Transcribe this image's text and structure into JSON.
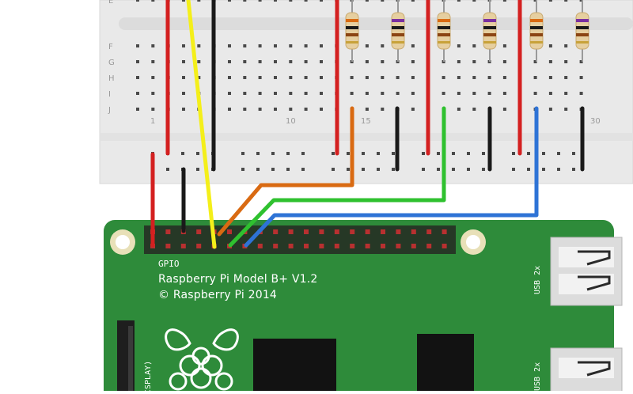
{
  "breadboard": {
    "row_letters": [
      "F",
      "G",
      "H",
      "I",
      "J"
    ],
    "top_row_letter": "E",
    "column_numbers": [
      "1",
      "10",
      "15",
      "30"
    ]
  },
  "raspberry_pi": {
    "title": "Raspberry Pi Model B+ V1.2",
    "copyright": "© Raspberry Pi 2014",
    "gpio_label": "GPIO",
    "usb_label_1": "USB 2x",
    "usb_label_2": "USB 2x",
    "display_label": "ISPLAY)"
  },
  "colors": {
    "breadboard": "#e9e9e9",
    "pcb": "#2e8b3a",
    "wire_red": "#d42020",
    "wire_black": "#1a1a1a",
    "wire_yellow": "#f4ef1a",
    "wire_orange": "#d96a12",
    "wire_green": "#2fc12f",
    "wire_blue": "#2e73d6",
    "resistor_body": "#e6cfa0"
  },
  "components": {
    "resistors": [
      "resistor-1",
      "resistor-2",
      "resistor-3",
      "resistor-4",
      "resistor-5",
      "resistor-6"
    ],
    "wires": [
      "red",
      "black",
      "yellow",
      "orange",
      "green",
      "blue"
    ]
  }
}
